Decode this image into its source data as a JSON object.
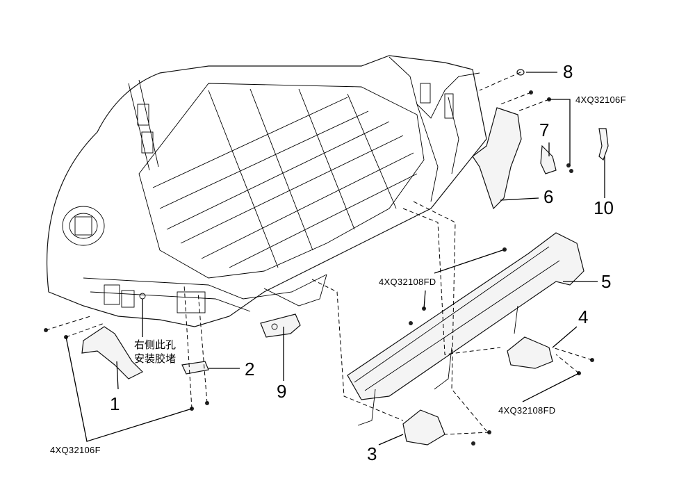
{
  "callouts": [
    {
      "id": "1",
      "label": "1"
    },
    {
      "id": "2",
      "label": "2"
    },
    {
      "id": "3",
      "label": "3"
    },
    {
      "id": "4",
      "label": "4"
    },
    {
      "id": "5",
      "label": "5"
    },
    {
      "id": "6",
      "label": "6"
    },
    {
      "id": "7",
      "label": "7"
    },
    {
      "id": "8",
      "label": "8"
    },
    {
      "id": "9",
      "label": "9"
    },
    {
      "id": "10",
      "label": "10"
    }
  ],
  "part_codes": {
    "top_right": "4XQ32106F",
    "bottom_left": "4XQ32106F",
    "center": "4XQ32108FD",
    "bottom_right": "4XQ32108FD"
  },
  "note": {
    "line1": "右侧此孔",
    "line2": "安装胶堵"
  }
}
